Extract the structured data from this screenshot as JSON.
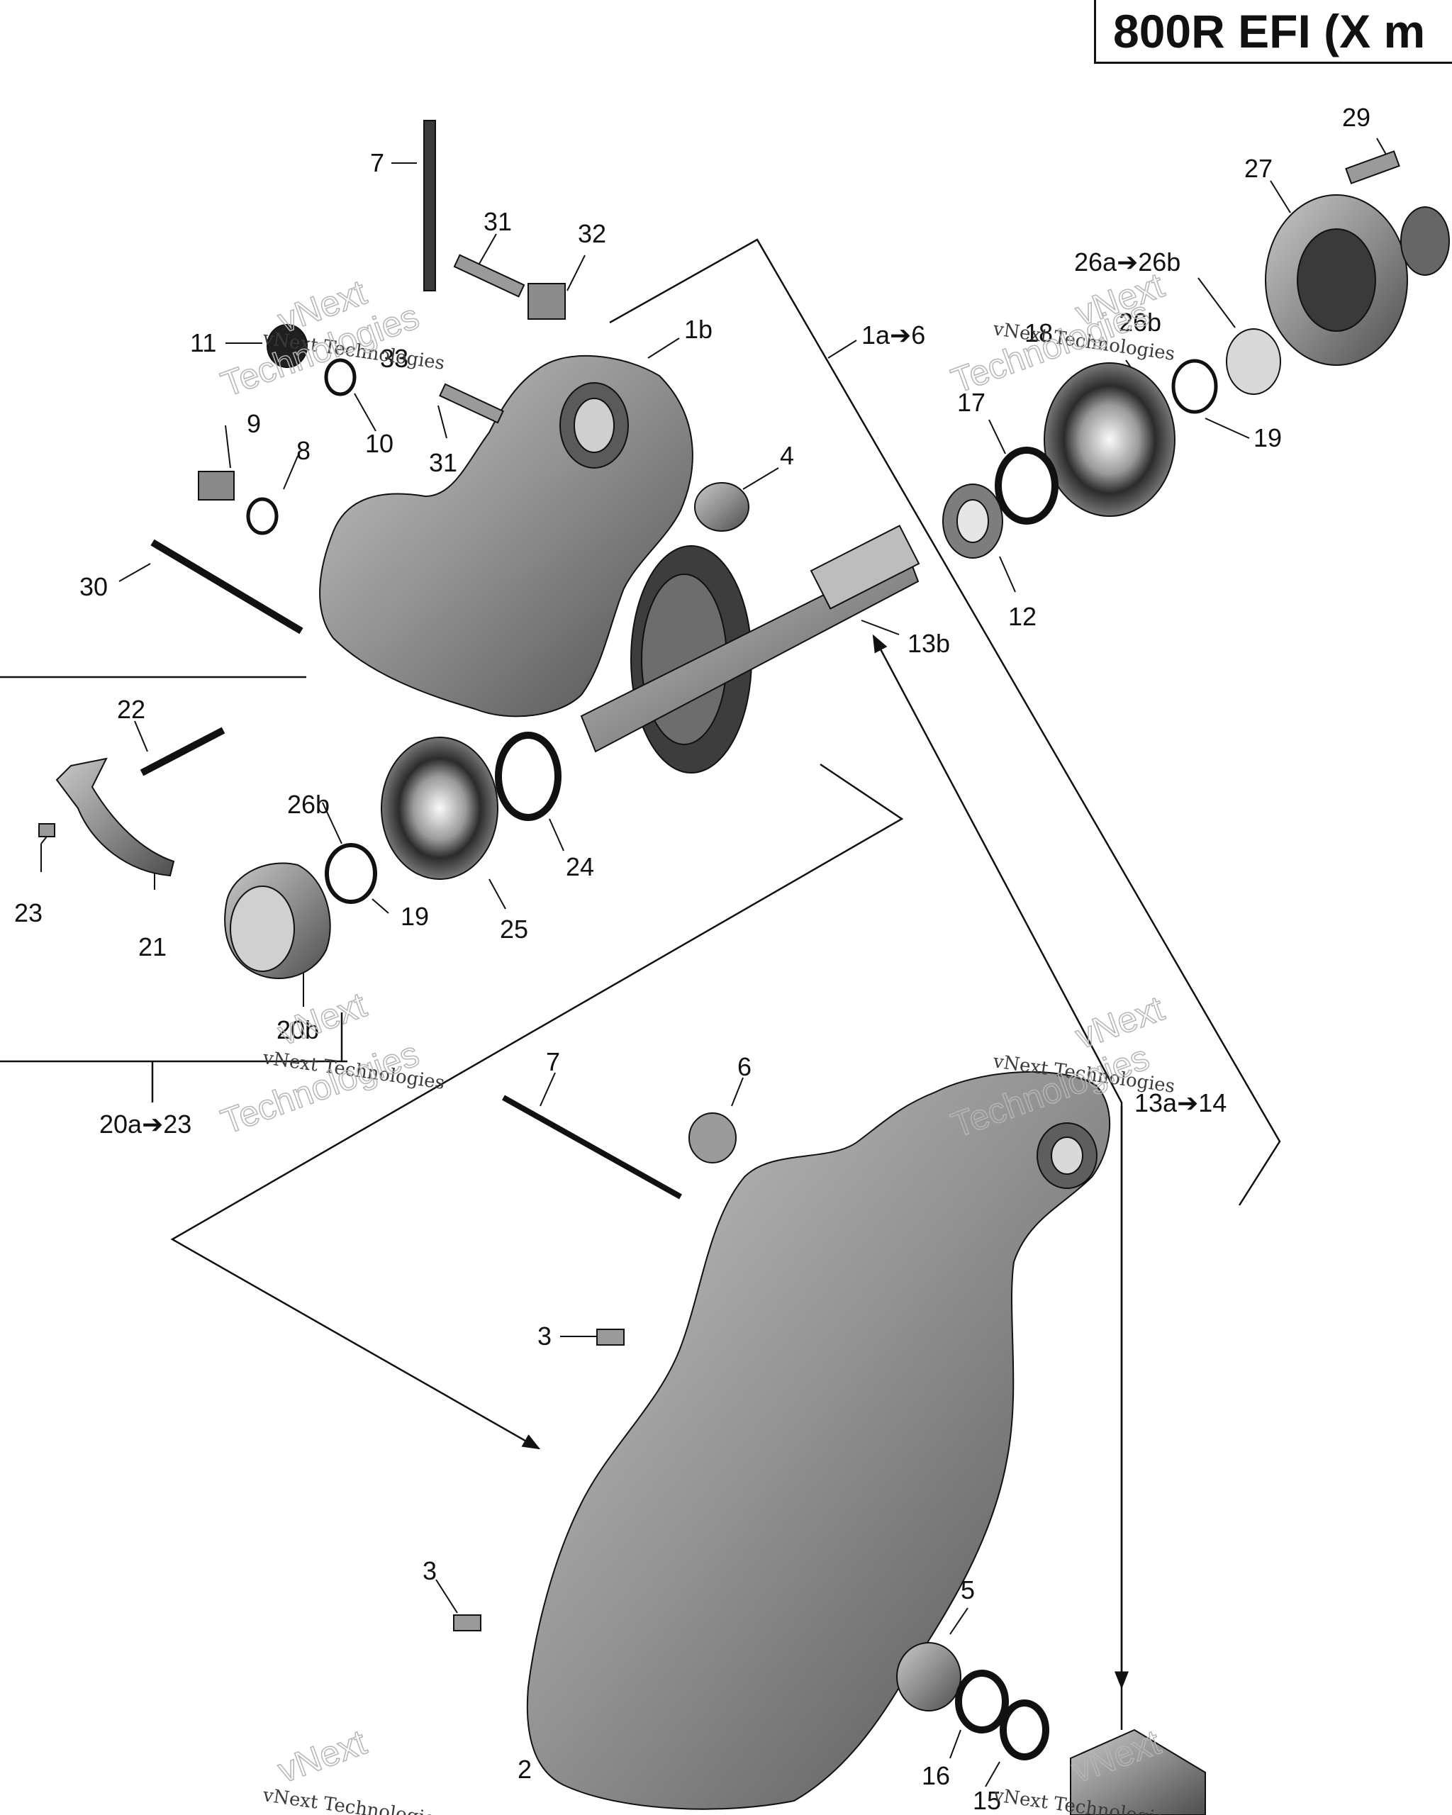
{
  "title": "800R EFI (X m",
  "watermark": {
    "line1": "vNext Technologies",
    "line2": "vNext",
    "line3": "Technologies"
  },
  "callouts": [
    {
      "id": "7-top",
      "text": "7"
    },
    {
      "id": "31-top",
      "text": "31"
    },
    {
      "id": "32",
      "text": "32"
    },
    {
      "id": "11",
      "text": "11"
    },
    {
      "id": "33",
      "text": "33"
    },
    {
      "id": "1b",
      "text": "1b"
    },
    {
      "id": "1a-6",
      "text": "1a➔6"
    },
    {
      "id": "10",
      "text": "10"
    },
    {
      "id": "31-mid",
      "text": "31"
    },
    {
      "id": "9",
      "text": "9"
    },
    {
      "id": "8",
      "text": "8"
    },
    {
      "id": "4",
      "text": "4"
    },
    {
      "id": "30",
      "text": "30"
    },
    {
      "id": "13b",
      "text": "13b"
    },
    {
      "id": "22",
      "text": "22"
    },
    {
      "id": "26b-left",
      "text": "26b"
    },
    {
      "id": "23",
      "text": "23"
    },
    {
      "id": "21",
      "text": "21"
    },
    {
      "id": "19-left",
      "text": "19"
    },
    {
      "id": "24",
      "text": "24"
    },
    {
      "id": "25",
      "text": "25"
    },
    {
      "id": "20b",
      "text": "20b"
    },
    {
      "id": "20a-23",
      "text": "20a➔23"
    },
    {
      "id": "29",
      "text": "29"
    },
    {
      "id": "27",
      "text": "27"
    },
    {
      "id": "26a-26b",
      "text": "26a➔26b"
    },
    {
      "id": "26b-right",
      "text": "26b"
    },
    {
      "id": "18",
      "text": "18"
    },
    {
      "id": "17",
      "text": "17"
    },
    {
      "id": "19-right",
      "text": "19"
    },
    {
      "id": "12",
      "text": "12"
    },
    {
      "id": "7-bottom",
      "text": "7"
    },
    {
      "id": "6",
      "text": "6"
    },
    {
      "id": "13a-14",
      "text": "13a➔14"
    },
    {
      "id": "3-top",
      "text": "3"
    },
    {
      "id": "3-bottom",
      "text": "3"
    },
    {
      "id": "5",
      "text": "5"
    },
    {
      "id": "2",
      "text": "2"
    },
    {
      "id": "16",
      "text": "16"
    },
    {
      "id": "15",
      "text": "15"
    }
  ]
}
